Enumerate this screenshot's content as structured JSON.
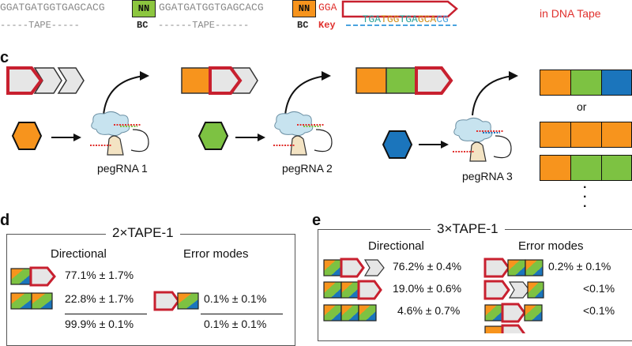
{
  "top": {
    "seq1": "GGATGATGGTGAGCACG",
    "nn1": "NN",
    "seq2": "GGATGATGGTGAGCACG",
    "nn2": "NN",
    "gga": "GGA",
    "key_seq": [
      "TGA",
      "TGG",
      "TGA",
      "GCA",
      "CG"
    ],
    "tape_dash1": "-----TAPE-----",
    "bc1": "BC",
    "tape_dash2": "------TAPE------",
    "bc2": "BC",
    "key_label": "Key",
    "dna_tape_label": "in DNA Tape"
  },
  "panel_c": {
    "label": "c",
    "peg_labels": [
      "pegRNA 1",
      "pegRNA 2",
      "pegRNA 3"
    ],
    "or": "or",
    "ellipsis": [
      "·",
      "·",
      "·"
    ]
  },
  "panel_d": {
    "label": "d",
    "title": "2×TAPE-1",
    "col1": "Directional",
    "col2": "Error modes",
    "dir_values": [
      "77.1% ± 1.7%",
      "22.8% ± 1.7%"
    ],
    "dir_total": "99.9% ± 0.1%",
    "err_values": [
      "0.1% ± 0.1%"
    ],
    "err_total": "0.1% ± 0.1%"
  },
  "panel_e": {
    "label": "e",
    "title": "3×TAPE-1",
    "col1": "Directional",
    "col2": "Error modes",
    "dir_values": [
      "76.2% ± 0.4%",
      "19.0% ± 0.6%",
      "4.6% ± 0.7%"
    ],
    "err_values": [
      "0.2% ± 0.1%",
      "<0.1%",
      "<0.1%"
    ]
  },
  "colors": {
    "orange": "#f7941d",
    "green": "#7dc242",
    "blue": "#1b75bc",
    "red": "#c8202f",
    "grey": "#e6e6e6"
  }
}
